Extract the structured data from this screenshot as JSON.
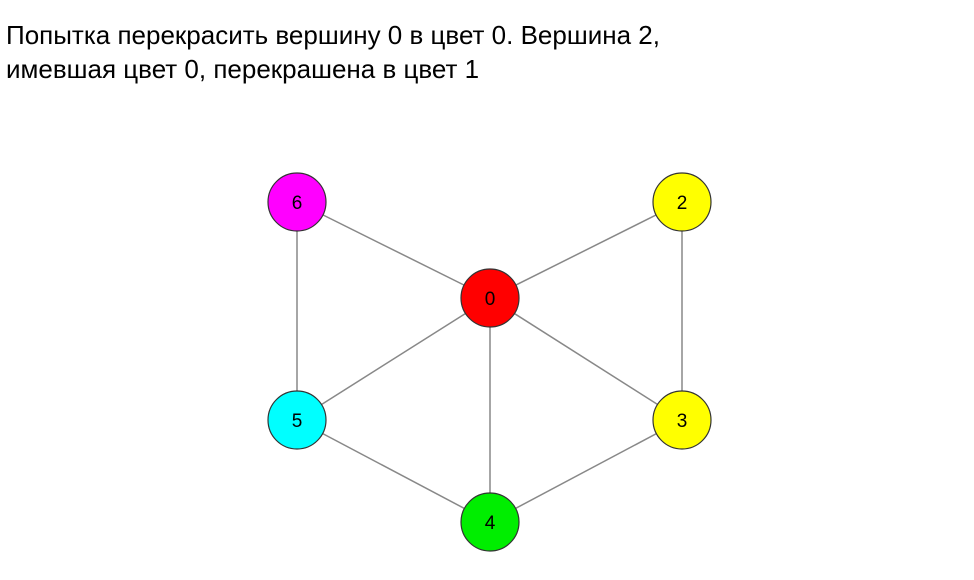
{
  "caption": {
    "line1": "Попытка перекрасить вершину 0 в цвет 0. Вершина 2,",
    "line2": "имевшая цвет 0, перекрашена в цвет 1"
  },
  "graph": {
    "nodes": [
      {
        "id": "0",
        "label": "0",
        "color": "#ff0000"
      },
      {
        "id": "2",
        "label": "2",
        "color": "#ffff00"
      },
      {
        "id": "3",
        "label": "3",
        "color": "#ffff00"
      },
      {
        "id": "4",
        "label": "4",
        "color": "#00ee00"
      },
      {
        "id": "5",
        "label": "5",
        "color": "#00ffff"
      },
      {
        "id": "6",
        "label": "6",
        "color": "#ff00ff"
      }
    ],
    "edges": [
      [
        "6",
        "0"
      ],
      [
        "0",
        "2"
      ],
      [
        "2",
        "3"
      ],
      [
        "6",
        "5"
      ],
      [
        "5",
        "0"
      ],
      [
        "0",
        "4"
      ],
      [
        "0",
        "3"
      ],
      [
        "5",
        "4"
      ],
      [
        "4",
        "3"
      ]
    ]
  }
}
